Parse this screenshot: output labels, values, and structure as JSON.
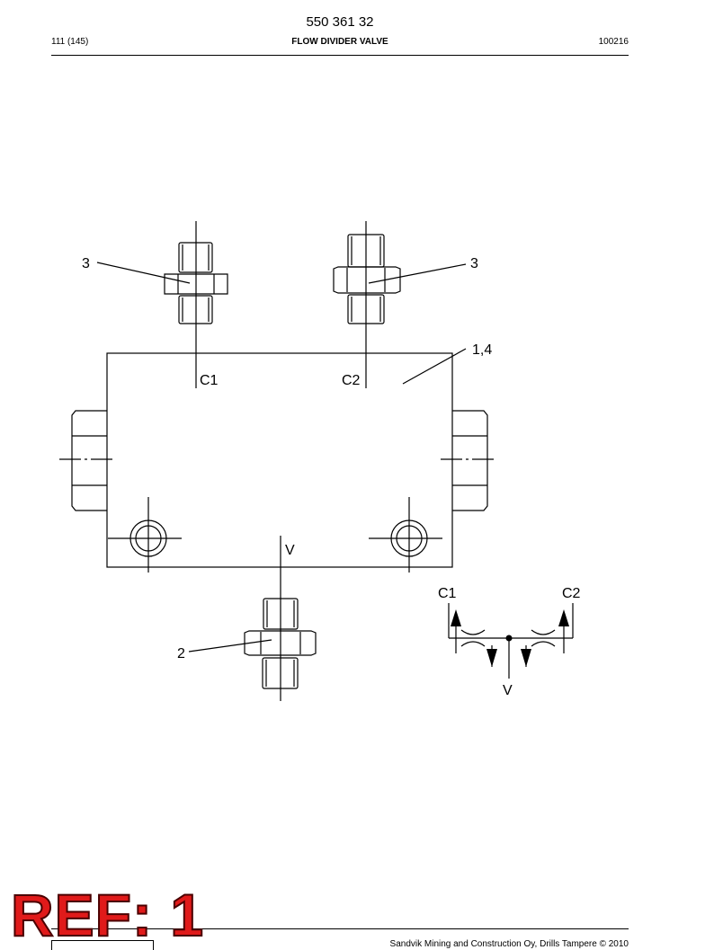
{
  "header": {
    "part_number": "550 361 32",
    "page": "111 (145)",
    "title": "FLOW DIVIDER VALVE",
    "code": "100216"
  },
  "drawing": {
    "callouts": {
      "item_3_left": "3",
      "item_3_right": "3",
      "item_1_4": "1,4",
      "item_2": "2"
    },
    "ports": {
      "c1": "C1",
      "c2": "C2",
      "v": "V"
    },
    "symbol": {
      "c1": "C1",
      "c2": "C2",
      "v": "V"
    }
  },
  "stamp": {
    "text": "REF: 1"
  },
  "footer": {
    "copyright": "Sandvik Mining and Construction Oy, Drills Tampere © 2010"
  }
}
